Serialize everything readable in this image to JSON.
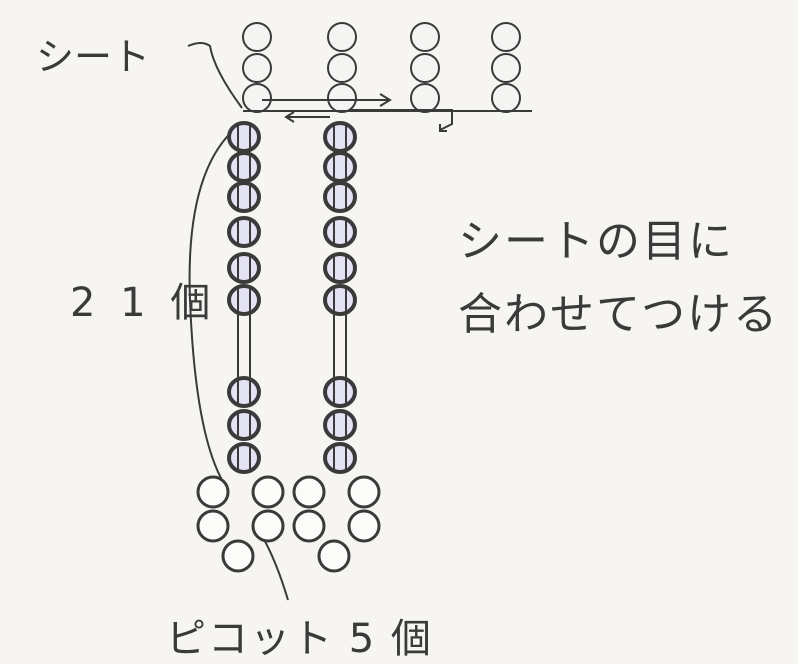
{
  "labels": {
    "sheet": "シート",
    "count": "2 1 個",
    "instruction_line1": "シートの目に",
    "instruction_line2": "合わせてつける",
    "picot": "ピコット 5 個"
  },
  "colors": {
    "background": "#f6f5f1",
    "line": "#3a3a3a",
    "bead_fill": "#e4e3f4",
    "sheet_bead_fill": "#f4f4f2"
  }
}
